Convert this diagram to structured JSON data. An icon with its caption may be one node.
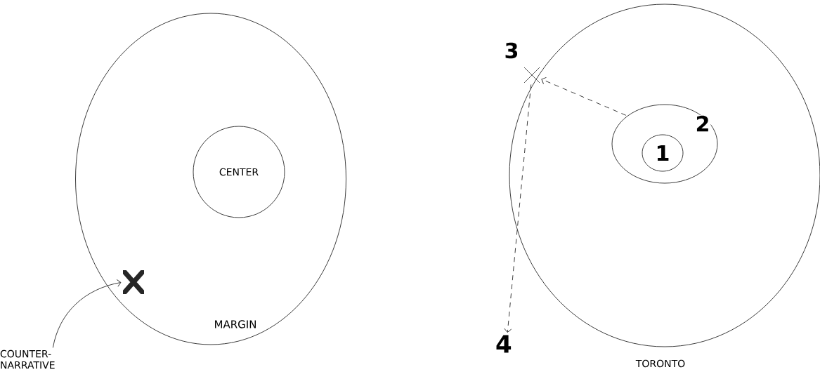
{
  "diagram": {
    "nodes": [
      {
        "text": [
          "MARGIN"
        ]
      },
      {
        "text": [
          "CENTER"
        ],
        "in": 0
      },
      {
        "text": [],
        "shape": "cross",
        "in": 0
      },
      {
        "text": [
          "COUNTER- NARRATIVE"
        ]
      },
      {
        "text": [
          "TORONTO"
        ]
      },
      {
        "text": [
          "2"
        ],
        "in": 4
      },
      {
        "text": [
          "1"
        ],
        "in": 5
      },
      {
        "text": [
          "3"
        ]
      },
      {
        "text": [
          "4"
        ]
      }
    ],
    "edges": [
      {
        "from": 3,
        "to": 2,
        "arrow": "to"
      },
      {
        "from": 5,
        "to": 7,
        "arrow": "to",
        "style": "dashed"
      },
      {
        "from": 7,
        "to": 8,
        "arrow": "to",
        "style": "dashed"
      }
    ]
  }
}
